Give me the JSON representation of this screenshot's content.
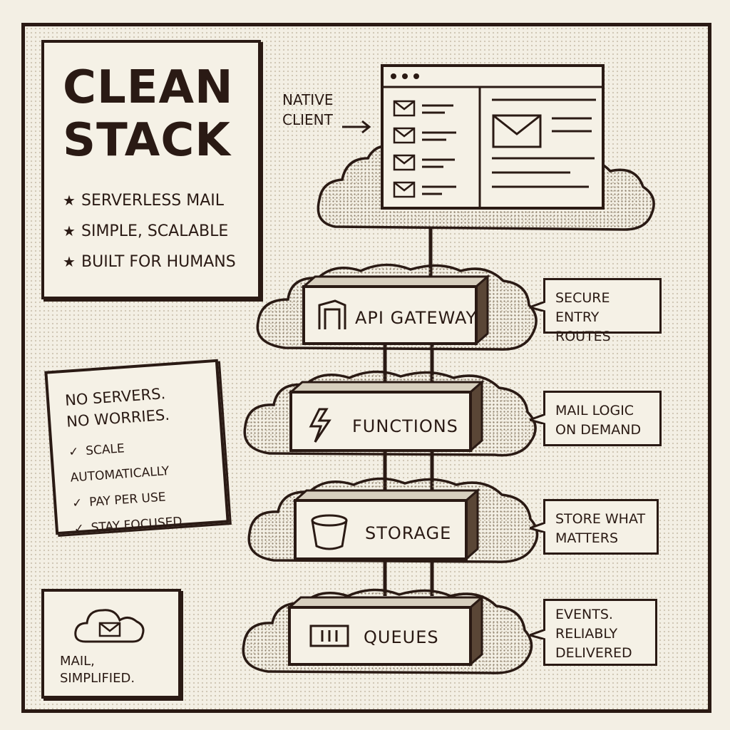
{
  "title": {
    "line1": "CLEAN",
    "line2": "STACK"
  },
  "features": [
    {
      "icon": "star-icon",
      "text": "SERVERLESS MAIL"
    },
    {
      "icon": "star-icon",
      "text": "SIMPLE, SCALABLE"
    },
    {
      "icon": "star-icon",
      "text": "BUILT FOR HUMANS"
    }
  ],
  "note": {
    "line1": "NO SERVERS.",
    "line2": "NO WORRIES.",
    "checks": [
      "SCALE AUTOMATICALLY",
      "PAY PER USE",
      "STAY FOCUSED"
    ]
  },
  "footer": {
    "line1": "MAIL,",
    "line2": "SIMPLIFIED."
  },
  "client_label": {
    "line1": "NATIVE",
    "line2": "CLIENT"
  },
  "layers": [
    {
      "name": "API GATEWAY",
      "icon": "gateway-icon",
      "callout": [
        "SECURE ENTRY",
        "ROUTES"
      ]
    },
    {
      "name": "FUNCTIONS",
      "icon": "lightning-icon",
      "callout": [
        "MAIL LOGIC",
        "ON DEMAND"
      ]
    },
    {
      "name": "STORAGE",
      "icon": "bucket-icon",
      "callout": [
        "STORE WHAT",
        "MATTERS"
      ]
    },
    {
      "name": "QUEUES",
      "icon": "queue-icon",
      "callout": [
        "EVENTS.",
        "RELIABLY",
        "DELIVERED"
      ]
    }
  ],
  "colors": {
    "ink": "#2a1a14",
    "paper": "#f3efe4"
  }
}
